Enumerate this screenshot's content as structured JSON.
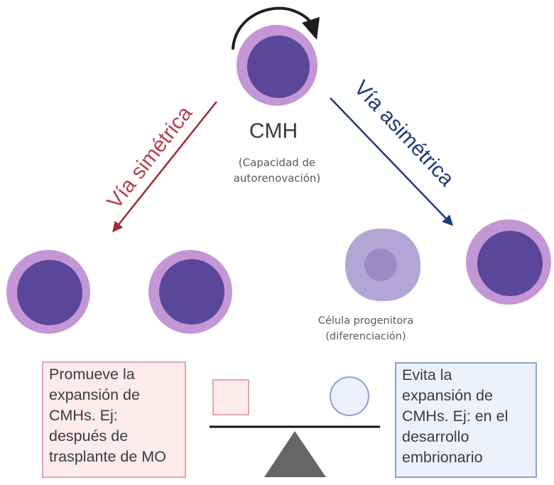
{
  "diagram": {
    "center_cell": {
      "title": "CMH",
      "subtitle_lines": [
        "(Capacidad de",
        "autorenovación)"
      ]
    },
    "paths": {
      "symmetric": {
        "label": "Vía simétrica",
        "color": "#9e2a36"
      },
      "asymmetric": {
        "label": "Vía asimétrica",
        "color": "#1f3a78"
      }
    },
    "progenitor_label_lines": [
      "Célula progenitora",
      "(diferenciación)"
    ],
    "boxes": {
      "left": {
        "text": "Promueve la\nexpansión de\nCMHs. Ej:\ndespués de\ntrasplante de MO"
      },
      "right": {
        "text": "Evita la\nexpansión de\nCMHs. Ej: en el\ndesarrollo\nembrionario"
      }
    },
    "colors": {
      "cell_outer": "#c396d6",
      "cell_inner": "#5b4799",
      "progenitor_outer": "#b3a6d6",
      "progenitor_inner": "#9b8bc6",
      "self_renewal_arrow": "#1e1e1e",
      "balance_beam": "#111111",
      "balance_fulcrum": "#666666"
    }
  }
}
